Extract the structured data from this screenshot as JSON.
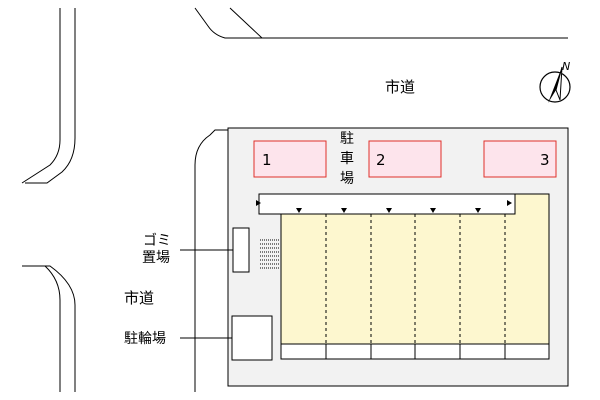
{
  "roads": {
    "north_label": "市道",
    "west_label": "市道"
  },
  "parking": {
    "label_chars": [
      "駐",
      "車",
      "場"
    ],
    "spaces": [
      "1",
      "2",
      "3"
    ]
  },
  "facilities": {
    "garbage_label_line1": "ゴミ",
    "garbage_label_line2": "置場",
    "bicycle_label": "駐輪場"
  },
  "compass": {
    "north_letter": "N"
  },
  "colors": {
    "parking_fill": "#fde4ec",
    "parking_stroke": "#e0302a",
    "building_fill": "#fdf7cf",
    "site_fill": "#f2f2f2",
    "line": "#000000"
  }
}
